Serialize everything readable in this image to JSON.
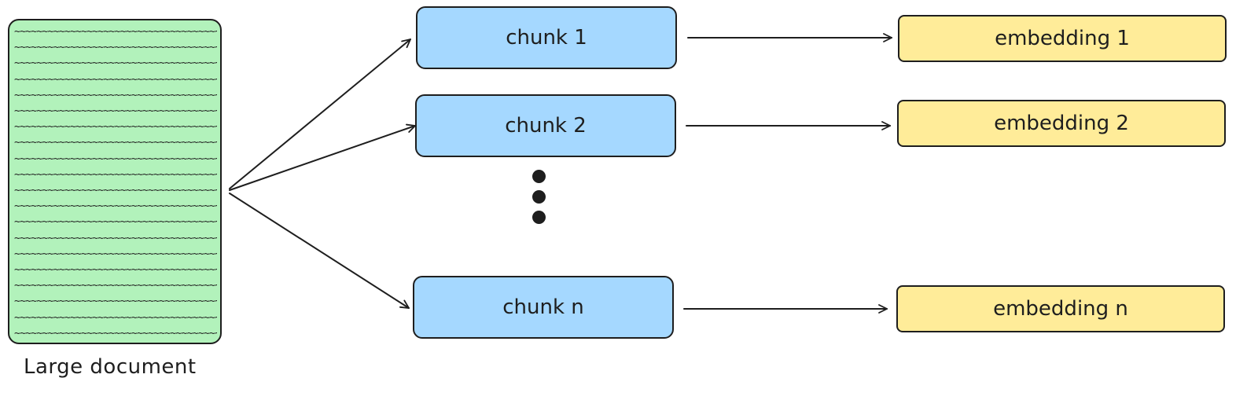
{
  "document": {
    "label": "Large document",
    "fill_color": "#b2f2bb",
    "text_lines": [
      "~~~~~~~~~~~~~~~~~~~~~~~~~~~~~~~~~~~~~~~~~~~~~~~",
      "~~~~~~~~~~~~~~~~~~~~~~~~~~~~~~~~~~~~~~~~~~~~~~~",
      "~~~~~~~~~~~~~~~~~~~~~~~~~~~~~~~~~~~~~~~~~~~~~~~",
      "~~~~~~~~~~~~~~~~~~~~~~~~~~~~~~~~~~~~~~~~~~~~~~~",
      "~~~~~~~~~~~~~~~~~~~~~~~~~~~~~~~~~~~~~~~~~~~~~~~",
      "~~~~~~~~~~~~~~~~~~~~~~~~~~~~~~~~~~~~~~~~~~~~~~~",
      "~~~~~~~~~~~~~~~~~~~~~~~~~~~~~~~~~~~~~~~~~~~~~~~",
      "~~~~~~~~~~~~~~~~~~~~~~~~~~~~~~~~~~~~~~~~~~~~~~~",
      "~~~~~~~~~~~~~~~~~~~~~~~~~~~~~~~~~~~~~~~~~~~~~~~",
      "~~~~~~~~~~~~~~~~~~~~~~~~~~~~~~~~~~~~~~~~~~~~~~~",
      "~~~~~~~~~~~~~~~~~~~~~~~~~~~~~~~~~~~~~~~~~~~~~~~",
      "~~~~~~~~~~~~~~~~~~~~~~~~~~~~~~~~~~~~~~~~~~~~~~~",
      "~~~~~~~~~~~~~~~~~~~~~~~~~~~~~~~~~~~~~~~~~~~~~~~",
      "~~~~~~~~~~~~~~~~~~~~~~~~~~~~~~~~~~~~~~~~~~~~~~~",
      "~~~~~~~~~~~~~~~~~~~~~~~~~~~~~~~~~~~~~~~~~~~~~~~",
      "~~~~~~~~~~~~~~~~~~~~~~~~~~~~~~~~~~~~~~~~~~~~~~~",
      "~~~~~~~~~~~~~~~~~~~~~~~~~~~~~~~~~~~~~~~~~~~~~~~",
      "~~~~~~~~~~~~~~~~~~~~~~~~~~~~~~~~~~~~~~~~~~~~~~~",
      "~~~~~~~~~~~~~~~~~~~~~~~~~~~~~~~~~~~~~~~~~~~~~~~",
      "~~~~~~~~~~~~~~~~~~~~~~~~~~~~~~~~~~~~~~~~~~~~~~~",
      "~~~~~~~~~~~~~~~~~~~~~~~",
      "~~~~~~~~~~~~~~~~~~~~~~~"
    ]
  },
  "chunks": [
    {
      "label": "chunk 1"
    },
    {
      "label": "chunk 2"
    },
    {
      "label": "chunk n"
    }
  ],
  "embeddings": [
    {
      "label": "embedding 1"
    },
    {
      "label": "embedding 2"
    },
    {
      "label": "embedding n"
    }
  ],
  "colors": {
    "chunk_fill": "#a5d8ff",
    "embedding_fill": "#ffec99",
    "stroke": "#1e1e1e"
  }
}
